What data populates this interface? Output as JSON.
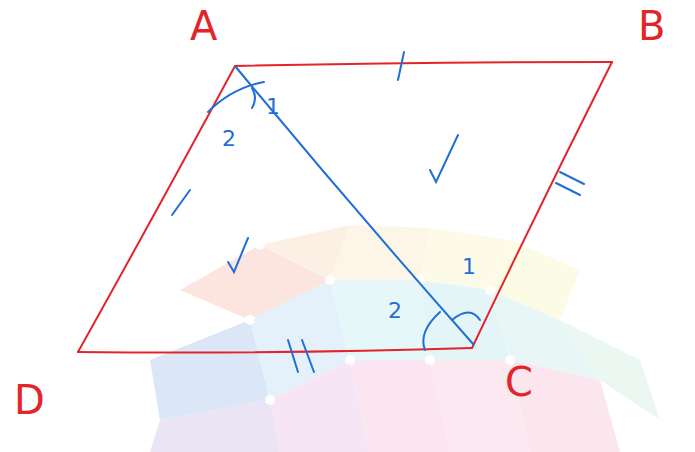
{
  "diagram": {
    "labels": [
      "A",
      "B",
      "C",
      "D",
      "1",
      "2",
      "1",
      "2"
    ]
  }
}
